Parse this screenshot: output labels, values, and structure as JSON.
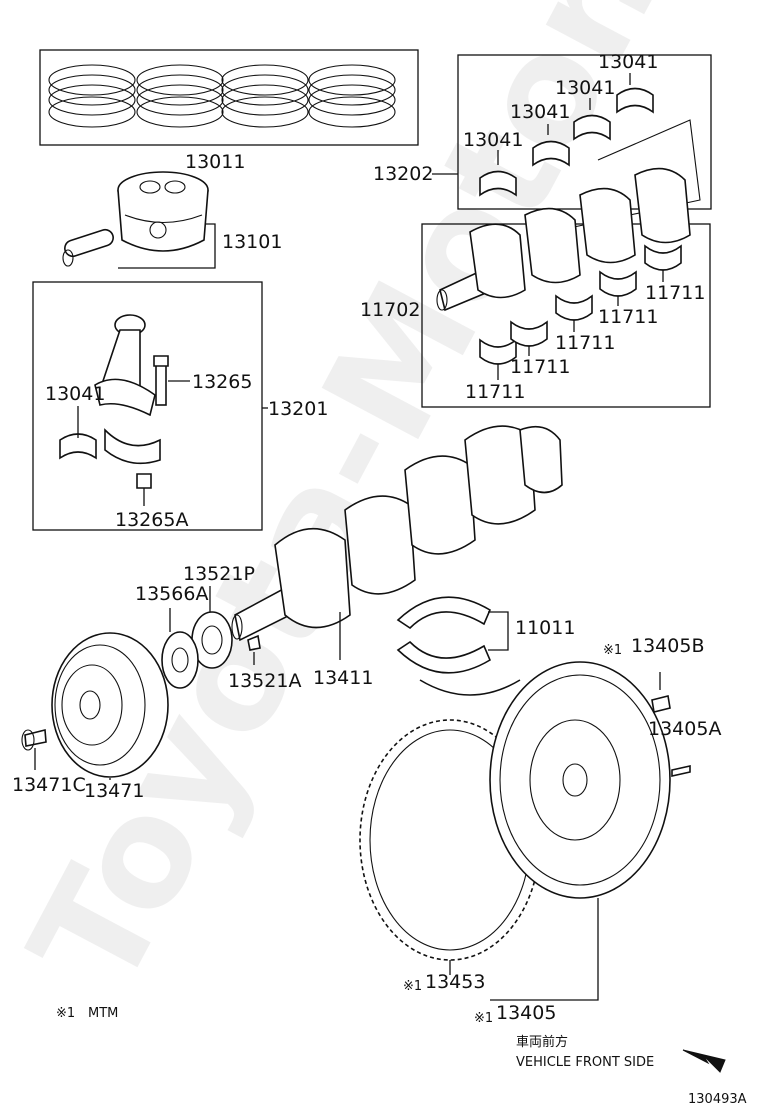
{
  "diagram_id": "130493A",
  "watermark": "Toyota-Motor.ru",
  "parts": {
    "p13011": "13011",
    "p13101": "13101",
    "p13202": "13202",
    "p13041_a": "13041",
    "p13041_b": "13041",
    "p13041_c": "13041",
    "p13041_d": "13041",
    "p13041_e": "13041",
    "p11702": "11702",
    "p11711_a": "11711",
    "p11711_b": "11711",
    "p11711_c": "11711",
    "p11711_d": "11711",
    "p11711_e": "11711",
    "p13265": "13265",
    "p13201": "13201",
    "p13265A": "13265A",
    "p13521P": "13521P",
    "p13566A": "13566A",
    "p11011": "11011",
    "p13521A": "13521A",
    "p13411": "13411",
    "p13405B": "13405B",
    "p13405A": "13405A",
    "p13471C": "13471C",
    "p13471": "13471",
    "p13453": "13453",
    "p13405": "13405"
  },
  "notes": {
    "mark": "※1",
    "mark_13405B": "※1",
    "mark_13453": "※1",
    "mark_13405": "※1",
    "legend_mark": "※1",
    "legend_text": "MTM",
    "direction_jp": "車両前方",
    "direction_en": "VEHICLE FRONT SIDE"
  }
}
